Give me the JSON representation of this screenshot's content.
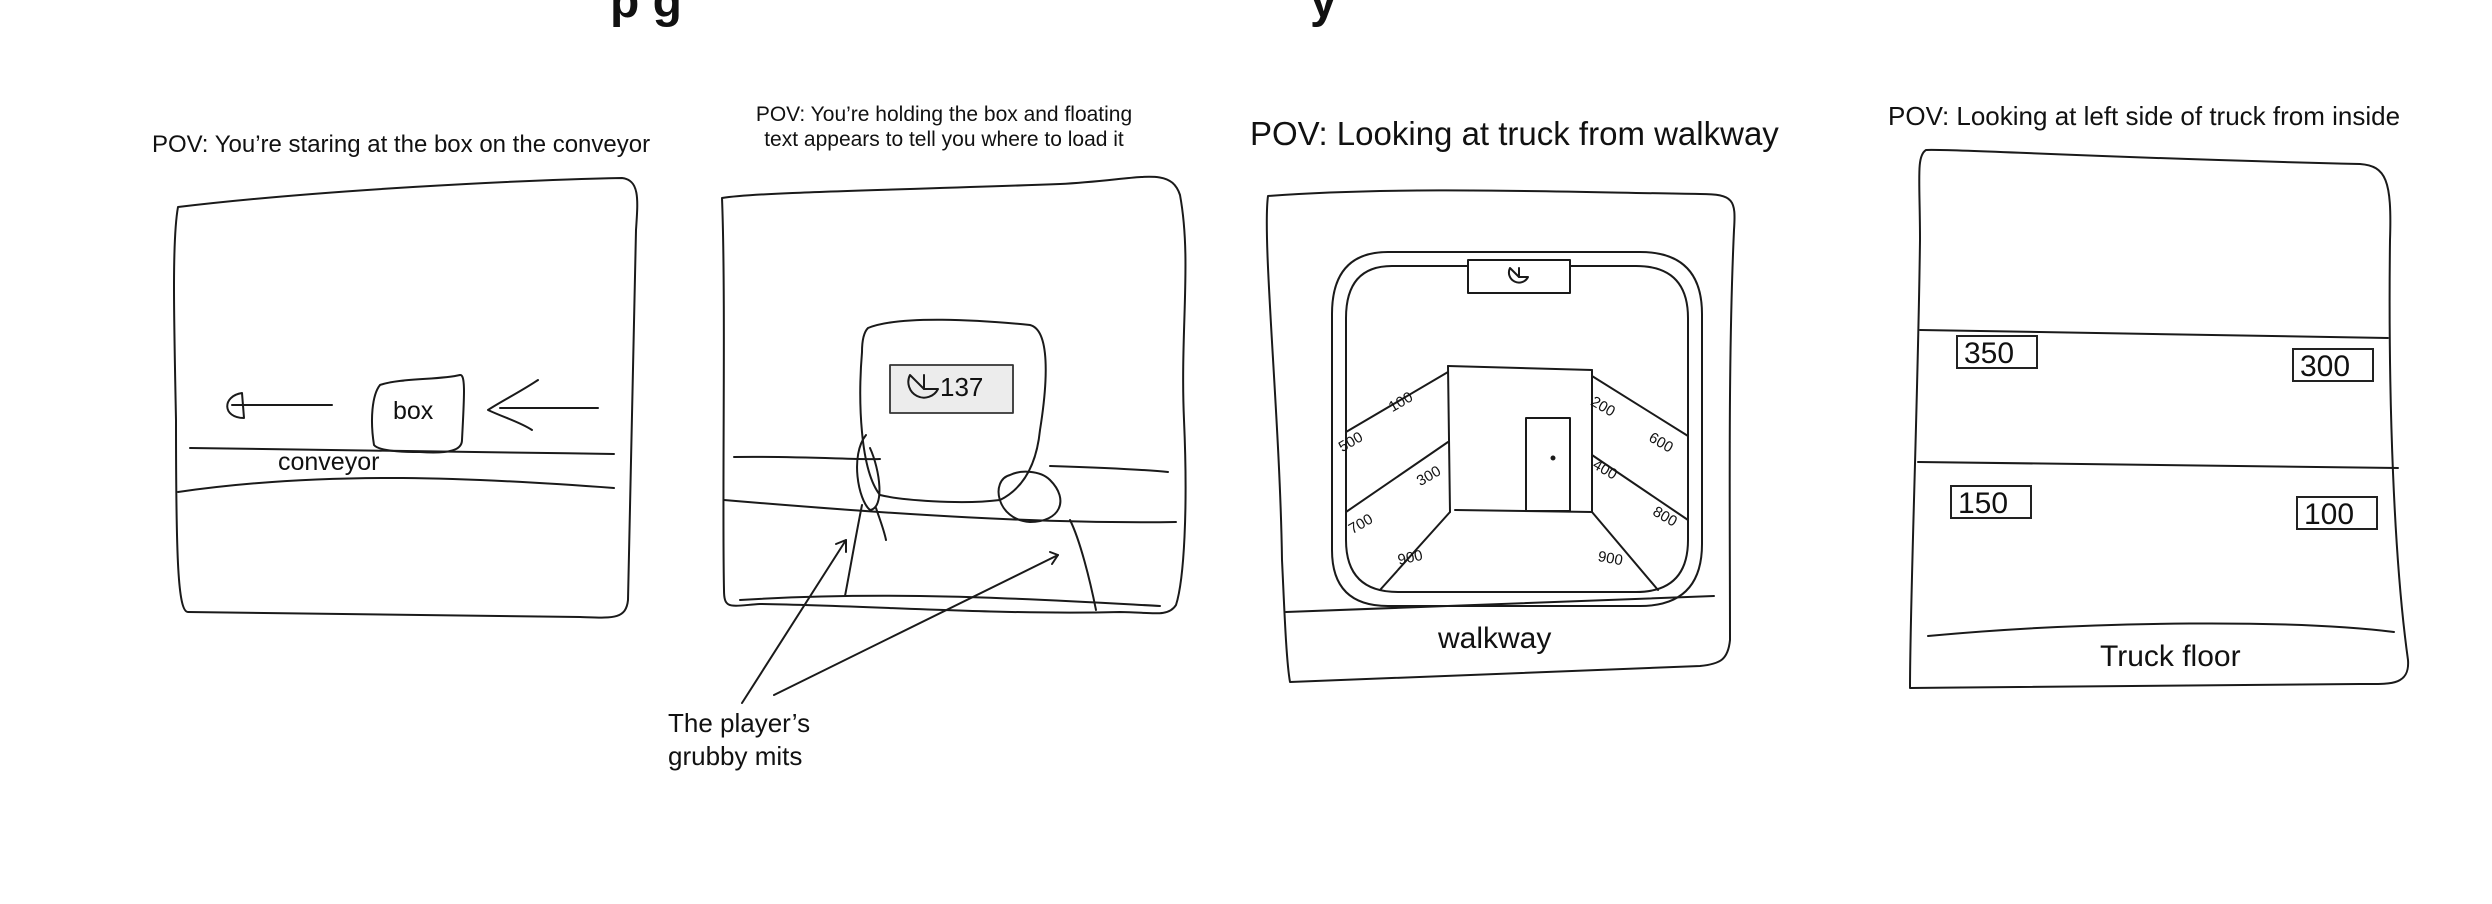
{
  "panels": [
    {
      "title": "POV: You’re staring at the box on the conveyor",
      "labels": {
        "box": "box",
        "conveyor": "conveyor"
      }
    },
    {
      "title": "POV: You’re holding the box and floating text appears to tell you where to load it",
      "labels": {
        "box_number": "137",
        "note": "The player’s grubby mits"
      },
      "icon": "pie-clock-icon"
    },
    {
      "title": "POV: Looking at truck from walkway",
      "labels": {
        "walkway": "walkway",
        "slots": [
          "100",
          "500",
          "300",
          "700",
          "900",
          "200",
          "600",
          "400",
          "800",
          "900"
        ]
      },
      "icon": "pie-clock-icon"
    },
    {
      "title": "POV: Looking at left side of truck from inside",
      "labels": {
        "floor": "Truck floor",
        "shelves": [
          "350",
          "300",
          "150",
          "100"
        ]
      }
    }
  ]
}
